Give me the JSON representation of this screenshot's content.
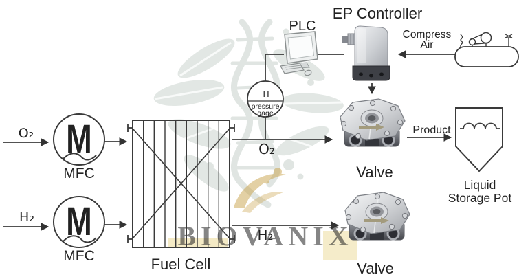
{
  "labels": {
    "plc": "PLC",
    "ep_controller": "EP Controller",
    "compress_air": [
      "Compress",
      "Air"
    ],
    "product": "Product",
    "valve_top": "Valve",
    "valve_bottom": "Valve",
    "liquid_storage_pot": [
      "Liquid",
      "Storage Pot"
    ],
    "fuel_cell": "Fuel Cell",
    "mfc_top": "MFC",
    "mfc_bottom": "MFC",
    "mfc_symbol": "M",
    "o2_input": "O₂",
    "h2_input": "H₂",
    "o2_stream": "O₂",
    "h2_stream": "H₂",
    "gauge": {
      "ti": "TI",
      "type_line1": "pressure",
      "type_line2": "gage"
    }
  },
  "watermark": {
    "brand": "BIOVANIX"
  },
  "icons": {
    "mfc-icon": "mass-flow-controller circle with M and wave",
    "fuel-cell-icon": "stack rectangle with vertical plates and crossed diagonals",
    "pressure-gauge-icon": "instrument circle TI / pressure gage",
    "plc-icon": "desktop computer with keyboard and mouse",
    "ep-controller-icon": "electro-pneumatic controller box",
    "air-tank-icon": "horizontal compressed-air tank with belt compressor",
    "valve-icon": "round metallic valve with engraved flow arrow",
    "storage-pot-icon": "pointed-bottom vessel with coil",
    "watermark": "leaf and DNA helix logo"
  },
  "colors": {
    "line": "#3a3a3a",
    "text": "#222222",
    "metal_light": "#d2d4d7",
    "metal_dark": "#45474d",
    "watermark_gray": "#ccd5cf",
    "watermark_gold": "#c9a24b"
  }
}
